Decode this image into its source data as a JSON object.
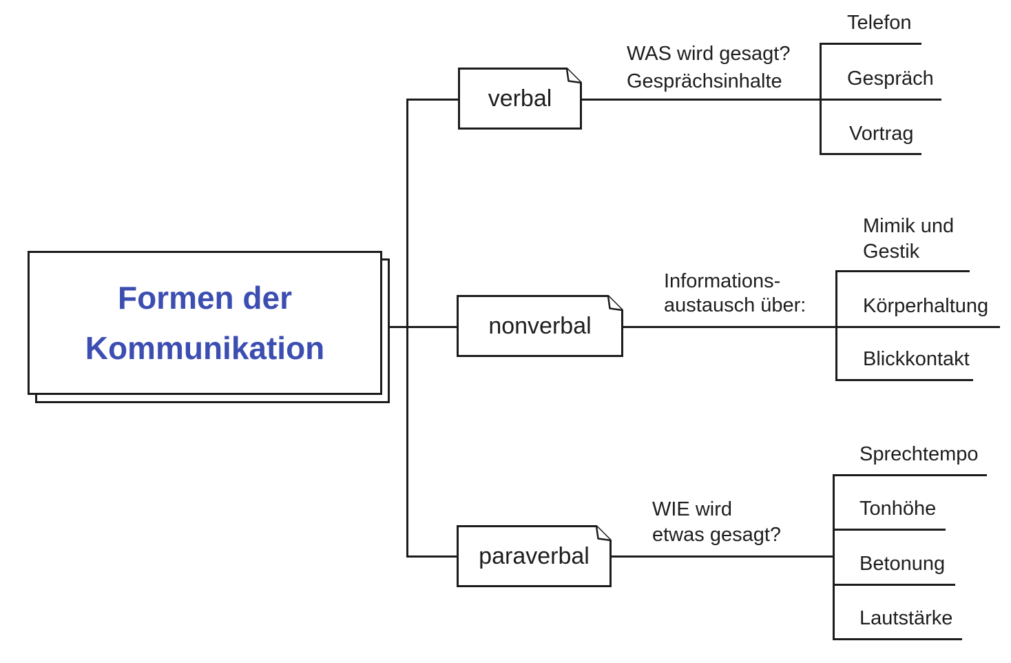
{
  "diagram": {
    "root": {
      "label": "Formen der Kommunikation",
      "text_color": "#3c4eb1"
    },
    "line_color": "#1b1b1b",
    "branches": [
      {
        "node_label": "verbal",
        "annotation": "WAS wird gesagt?\nGesprächsinhalte",
        "leaves": [
          "Telefon",
          "Gespräch",
          "Vortrag"
        ]
      },
      {
        "node_label": "nonverbal",
        "annotation": "Informations-\naustausch über:",
        "leaves": [
          "Mimik und\nGestik",
          "Körperhaltung",
          "Blickkontakt"
        ]
      },
      {
        "node_label": "paraverbal",
        "annotation": "WIE wird\netwas gesagt?",
        "leaves": [
          "Sprechtempo",
          "Tonhöhe",
          "Betonung",
          "Lautstärke"
        ]
      }
    ]
  }
}
